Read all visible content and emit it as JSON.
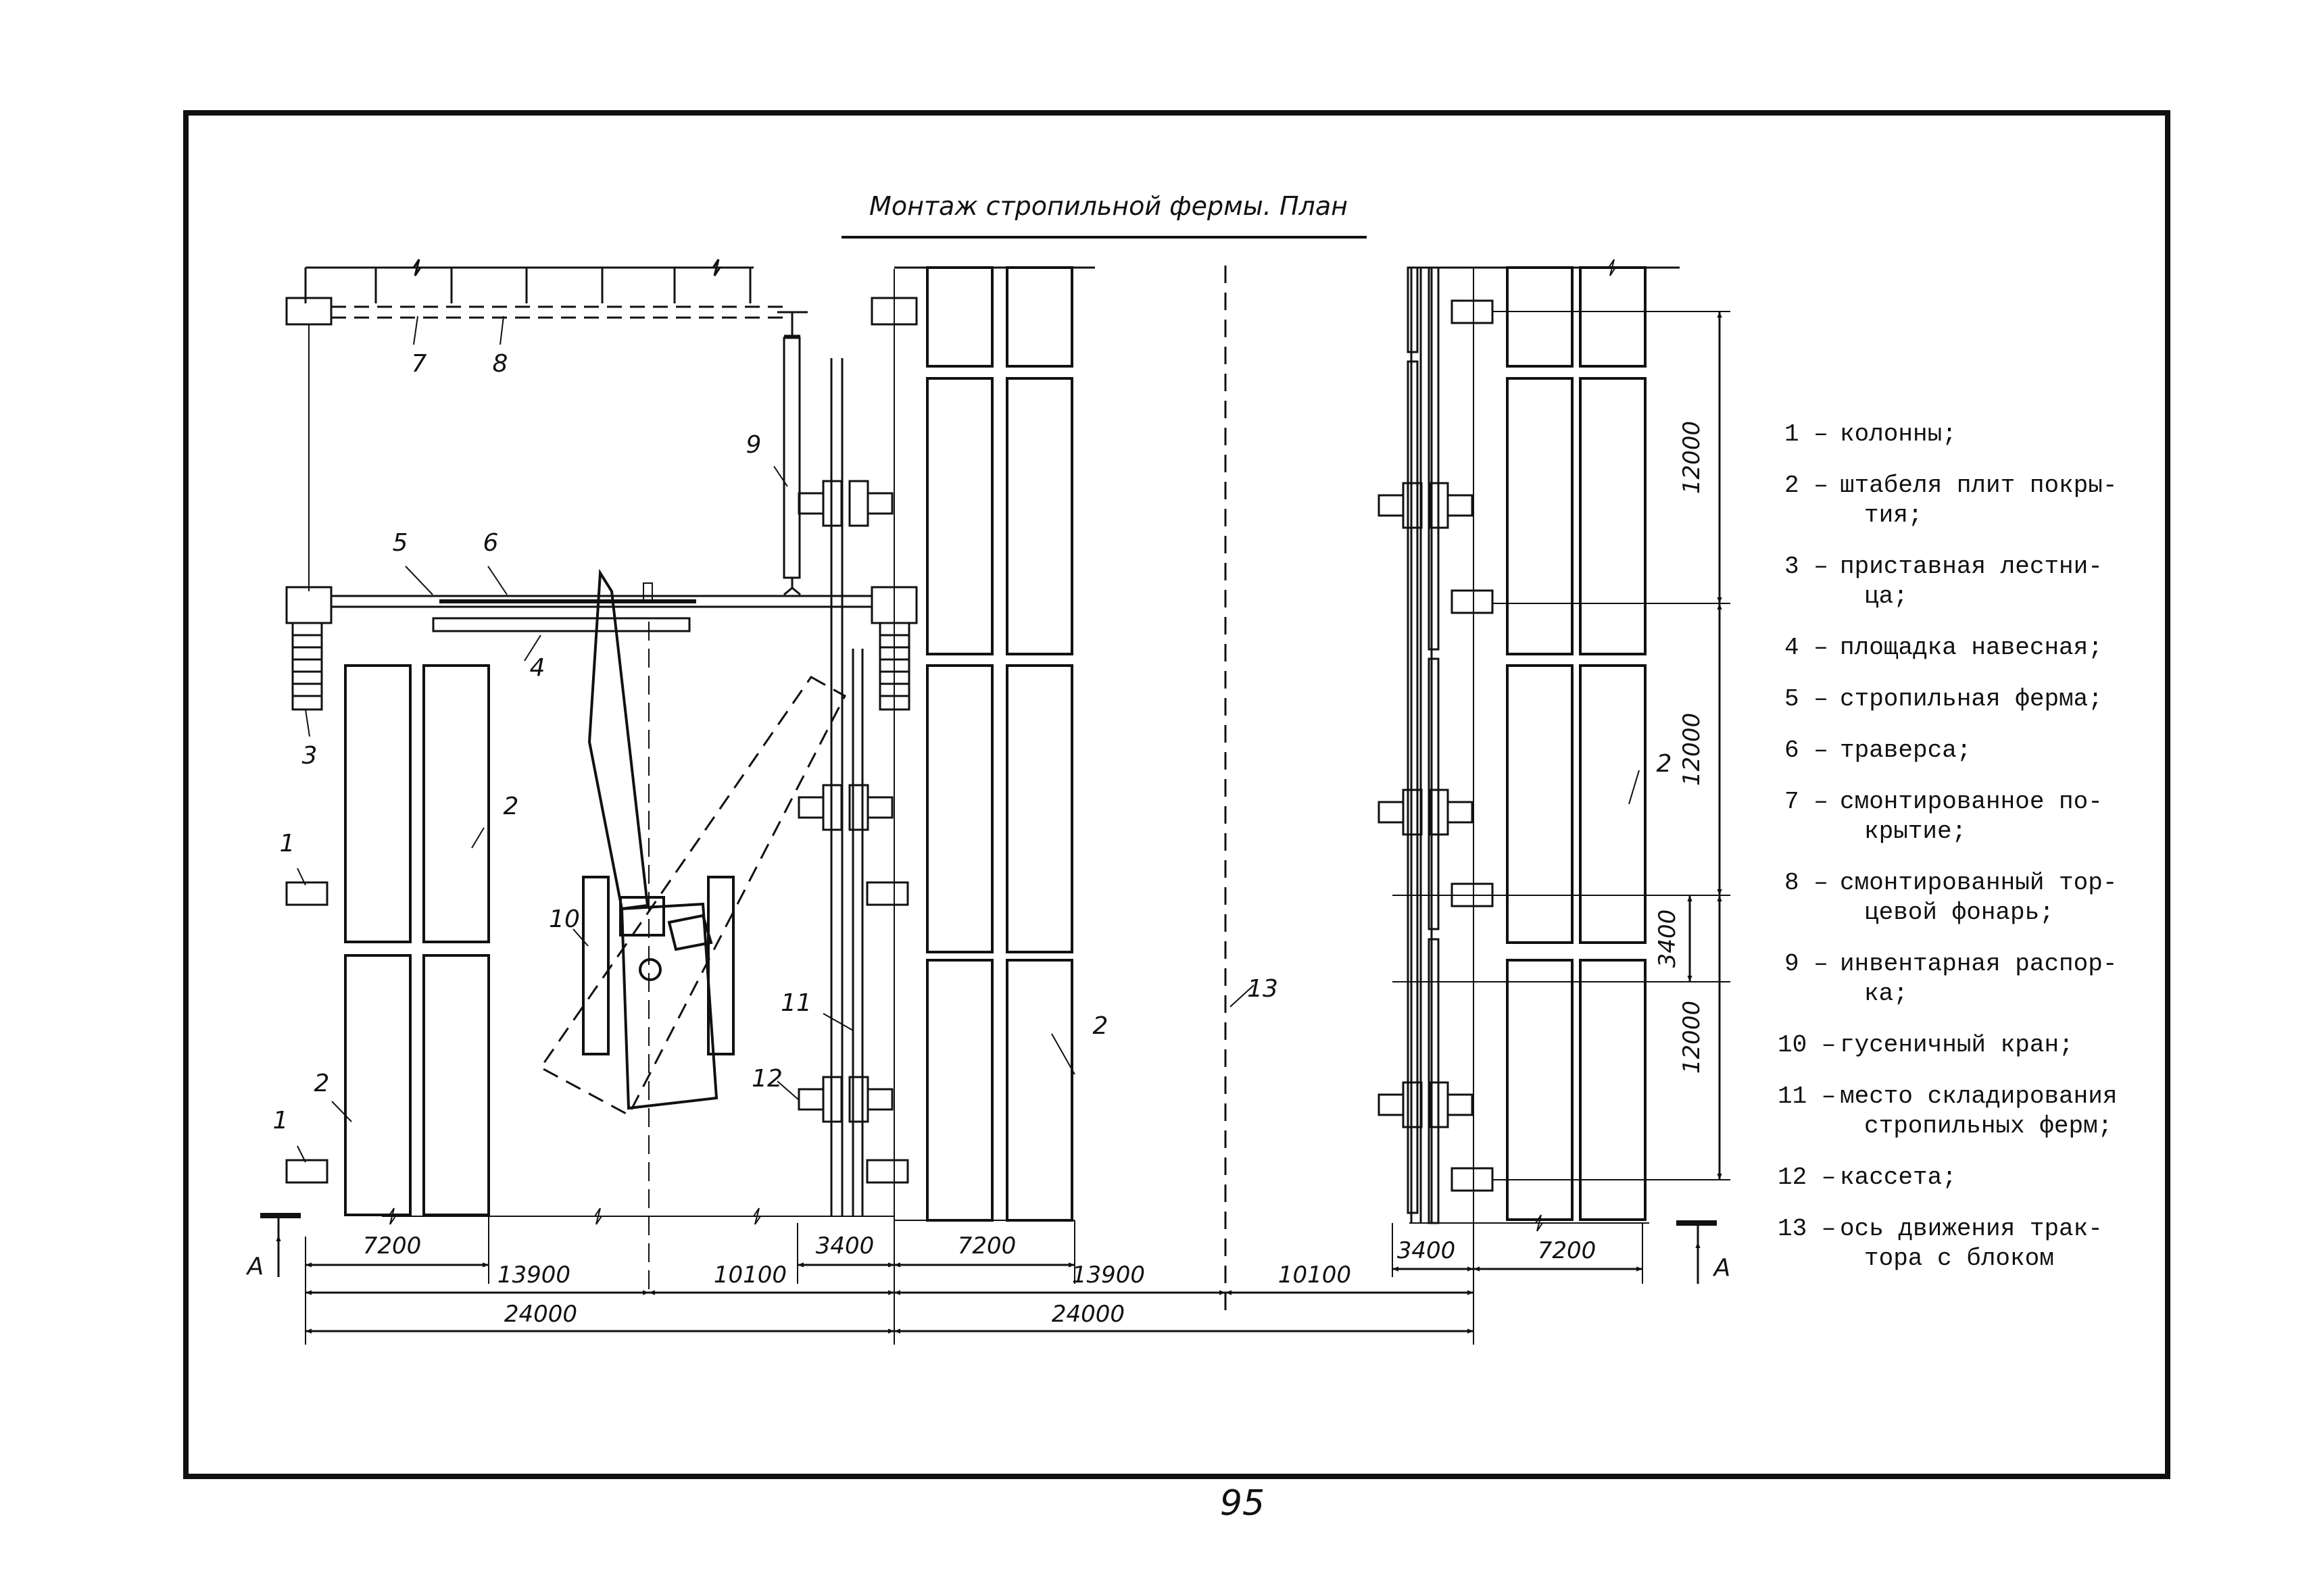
{
  "title": "Монтаж стропильной фермы. План",
  "page_number": "95",
  "section_marks": [
    "A",
    "A"
  ],
  "legend": [
    {
      "num": "1",
      "lines": [
        "колонны;"
      ]
    },
    {
      "num": "2",
      "lines": [
        "штабеля плит покры-",
        "тия;"
      ]
    },
    {
      "num": "3",
      "lines": [
        "приставная лестни-",
        "ца;"
      ]
    },
    {
      "num": "4",
      "lines": [
        "площадка навесная;"
      ]
    },
    {
      "num": "5",
      "lines": [
        "стропильная ферма;"
      ]
    },
    {
      "num": "6",
      "lines": [
        "траверса;"
      ]
    },
    {
      "num": "7",
      "lines": [
        "смонтированное по-",
        "крытие;"
      ]
    },
    {
      "num": "8",
      "lines": [
        "смонтированный тор-",
        "цевой фонарь;"
      ]
    },
    {
      "num": "9",
      "lines": [
        "инвентарная распор-",
        "ка;"
      ]
    },
    {
      "num": "10",
      "lines": [
        "гусеничный кран;"
      ]
    },
    {
      "num": "11",
      "lines": [
        "место складирования",
        "стропильных ферм;"
      ]
    },
    {
      "num": "12",
      "lines": [
        "кассета;"
      ]
    },
    {
      "num": "13",
      "lines": [
        "ось движения трак-",
        "тора с блоком"
      ]
    }
  ],
  "dimensions": {
    "left_7200": "7200",
    "left_13900": "13900",
    "left_10100": "10100",
    "left_3400": "3400",
    "mid_7200": "7200",
    "mid_13900": "13900",
    "mid_10100": "10100",
    "left_24000": "24000",
    "mid_24000": "24000",
    "right_3400": "3400",
    "right_7200": "7200",
    "v_12000_top": "12000",
    "v_12000_mid": "12000",
    "v_3400": "3400",
    "v_12000_bot": "12000"
  },
  "callouts": {
    "c1_upper": "1",
    "c1_lower": "1",
    "c2_left_upper": "2",
    "c2_left_lower": "2",
    "c2_mid": "2",
    "c2_right": "2",
    "c3": "3",
    "c4": "4",
    "c5": "5",
    "c6": "6",
    "c7": "7",
    "c8": "8",
    "c9": "9",
    "c10": "10",
    "c11": "11",
    "c12": "12",
    "c13": "13"
  }
}
